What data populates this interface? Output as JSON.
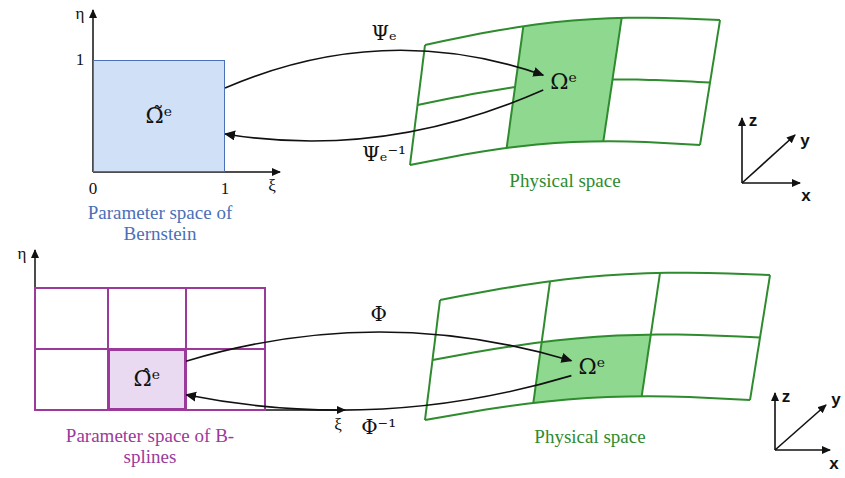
{
  "diagram": {
    "nodes": [
      {
        "text": [
          "Ω̃ᵉ"
        ]
      },
      {
        "text": [
          "Ωᵉ"
        ]
      },
      {
        "text": [
          "Ω̂ᵉ"
        ]
      },
      {
        "text": [
          "Ωᵉ"
        ]
      }
    ],
    "edges": [
      {
        "from": 0,
        "to": 1,
        "arrow": "to",
        "label": "Ψₑ"
      },
      {
        "from": 1,
        "to": 0,
        "arrow": "to",
        "label": "Ψₑ⁻¹"
      },
      {
        "from": 2,
        "to": 3,
        "arrow": "to",
        "label": "Φ"
      },
      {
        "from": 3,
        "to": 2,
        "arrow": "to",
        "label": "Φ⁻¹"
      }
    ],
    "labels": [
      "η",
      "1",
      "0",
      "1",
      "ξ",
      "Parameter space of Bernstein",
      "Physical space",
      "z",
      "y",
      "x",
      "η",
      "ξ",
      "Parameter space of B-splines",
      "Physical space",
      "z",
      "y",
      "x"
    ]
  }
}
